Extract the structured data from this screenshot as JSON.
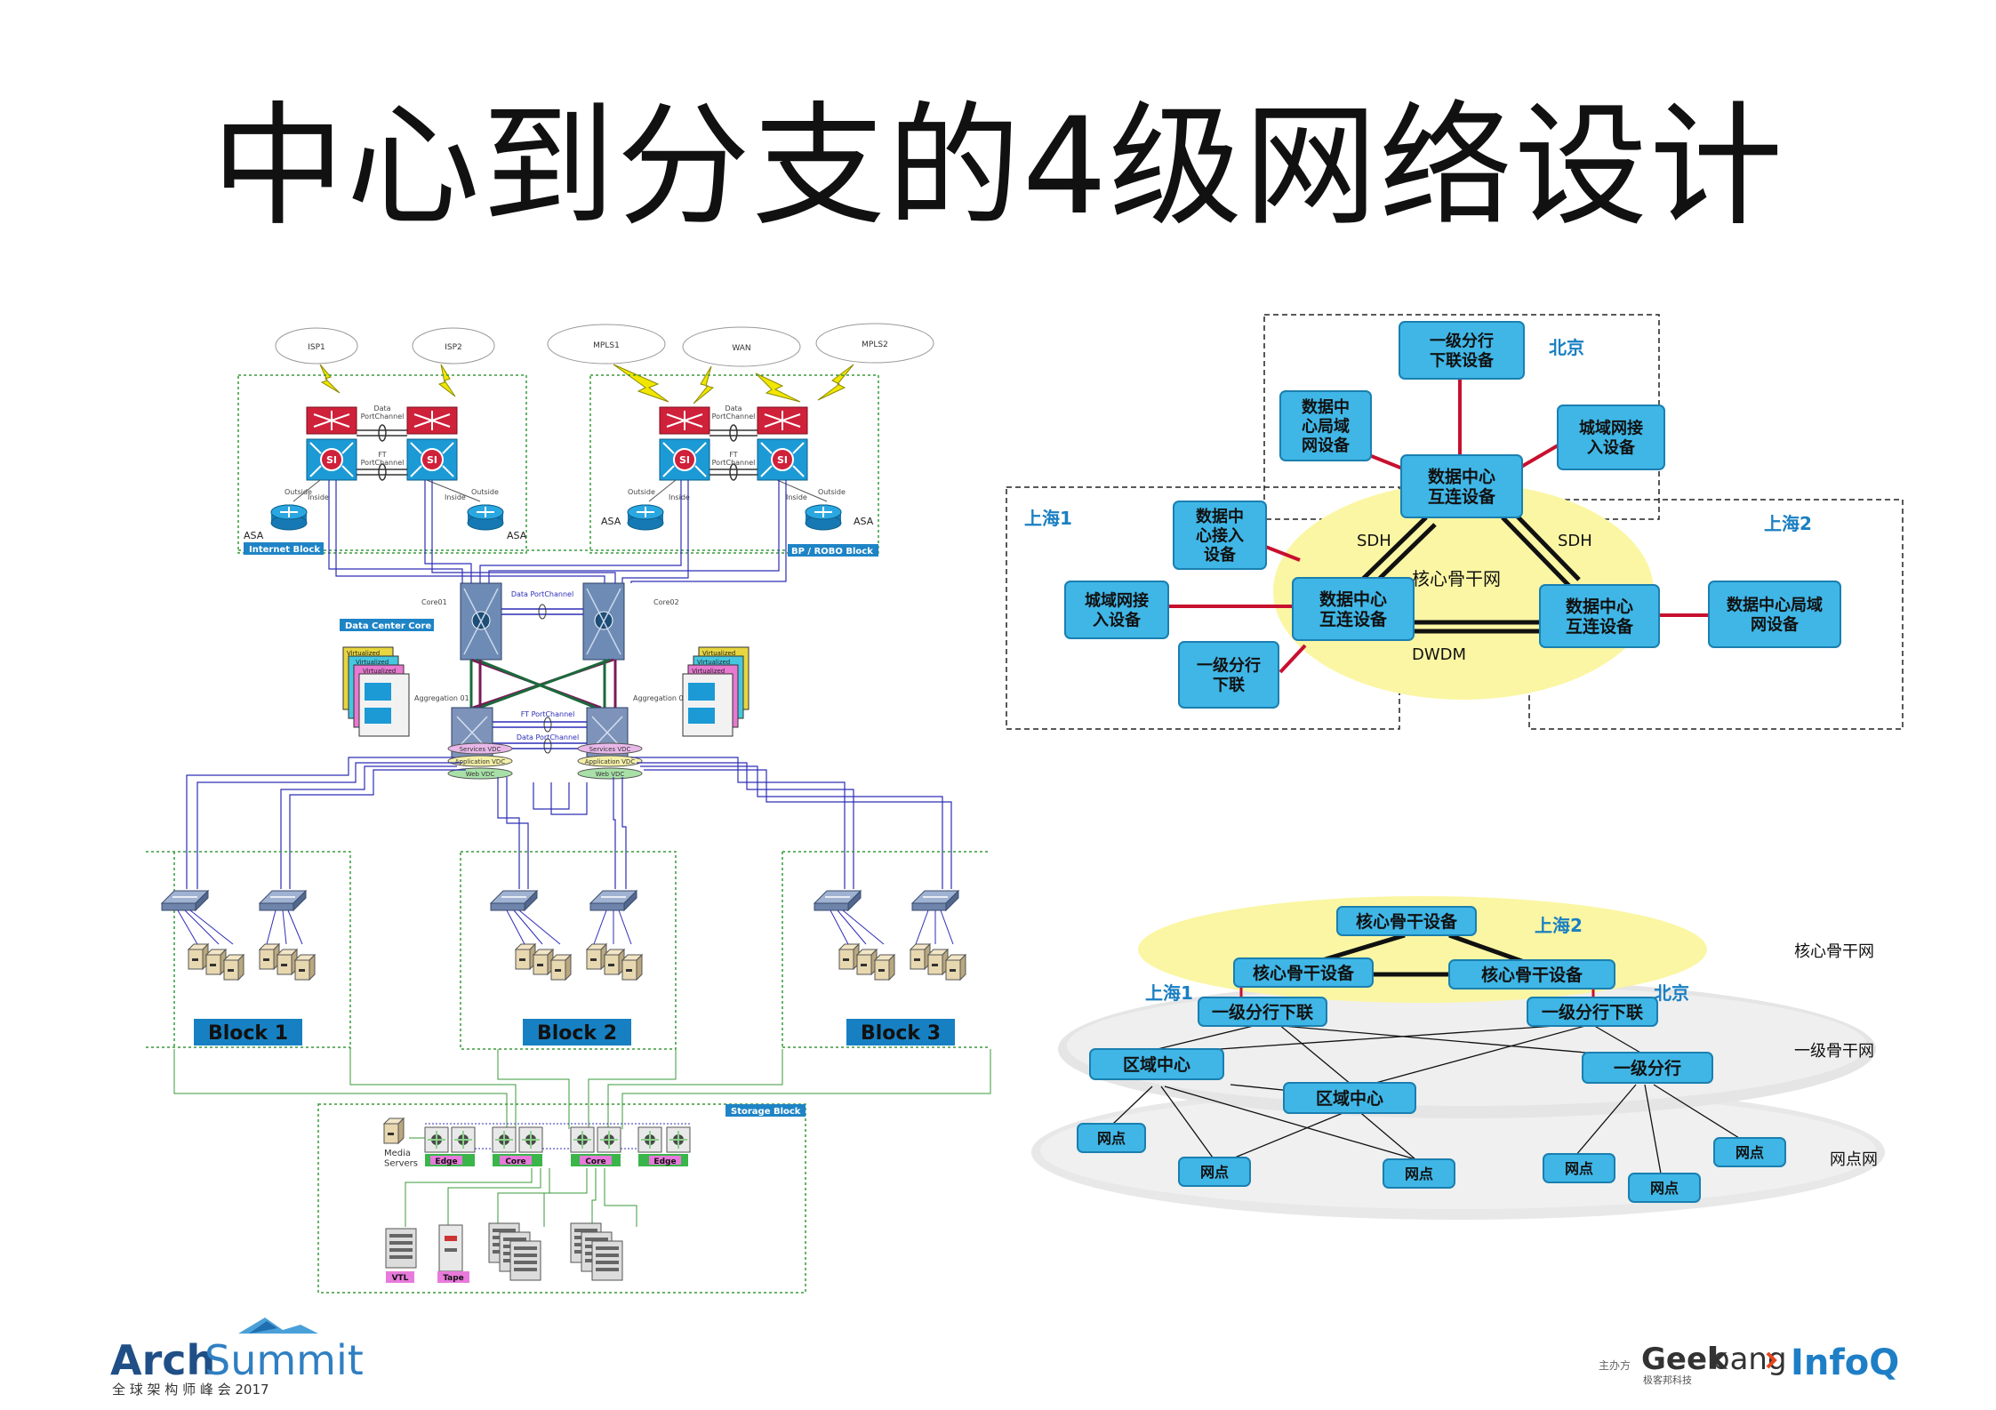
{
  "title": "中心到分支的4级网络设计",
  "dc": {
    "clouds": [
      "ISP1",
      "ISP2",
      "MPLS1",
      "WAN",
      "MPLS2"
    ],
    "port_data": "Data\nPortChannel",
    "port_ft": "FT\nPortChannel",
    "outside": "Outside",
    "inside": "Inside",
    "asa": "ASA",
    "internet_block": "Internet Block",
    "robo_block": "BP / ROBO Block",
    "core01": "Core01",
    "core02": "Core02",
    "dc_core": "Data Center Core",
    "core_data_pc": "Data PortChannel",
    "ft_pc": "FT PortChannel",
    "agg_data_pc": "Data PortChannel",
    "agg01": "Aggregation 01",
    "agg02": "Aggregation 02",
    "virtualized": "Virtualized",
    "vdc": [
      "Services VDC",
      "Application VDC",
      "Web VDC"
    ],
    "blocks": [
      "Block 1",
      "Block 2",
      "Block 3"
    ],
    "storage_block": "Storage Block",
    "media_servers": "Media\nServers",
    "storage_labels": [
      "Edge",
      "Core",
      "Core",
      "Edge"
    ],
    "vtl": "VTL",
    "tape": "Tape"
  },
  "tri": {
    "beijing": "北京",
    "shanghai1": "上海1",
    "shanghai2": "上海2",
    "boxes": {
      "bj_branch": "一级分行\n下联设备",
      "bj_lan": "数据中\n心局域\n网设备",
      "bj_metro": "城域网接\n入设备",
      "bj_dci": "数据中心\n互连设备",
      "sh1_access": "数据中\n心接入\n设备",
      "sh1_metro": "城域网接\n入设备",
      "sh1_branch": "一级分行\n下联",
      "sh1_dci": "数据中心\n互连设备",
      "sh2_dci": "数据中心\n互连设备",
      "sh2_lan": "数据中心局域\n网设备"
    },
    "sdh1": "SDH",
    "sdh2": "SDH",
    "dwdm": "DWDM",
    "core_net": "核心骨干网"
  },
  "levels": {
    "core_top": "核心骨干设备",
    "core_left": "核心骨干设备",
    "core_right": "核心骨干设备",
    "shanghai2": "上海2",
    "shanghai1": "上海1",
    "beijing": "北京",
    "branch_left": "一级分行下联",
    "branch_right": "一级分行下联",
    "region_left": "区域中心",
    "region_mid": "区域中心",
    "branch_level1": "一级分行",
    "nodes": [
      "网点",
      "网点",
      "网点",
      "网点",
      "网点",
      "网点"
    ],
    "layer_core": "核心骨干网",
    "layer_branch": "一级骨干网",
    "layer_node": "网点网"
  },
  "footer": {
    "logo_arch": "Arch",
    "logo_summit": "Summit",
    "logo_sub": "全 球 架 构 师 峰 会 2017",
    "organizer": "主办方",
    "geek": "Geek",
    "bang": "bang",
    "geek_sub": "极客邦科技",
    "infoq": "InfoQ"
  },
  "colors": {
    "box_fill": "#3fb6e6",
    "box_stroke": "#1a7fb0",
    "red": "#c8102e",
    "yellow": "#fbf6a3",
    "block_fill": "#1780c2"
  }
}
